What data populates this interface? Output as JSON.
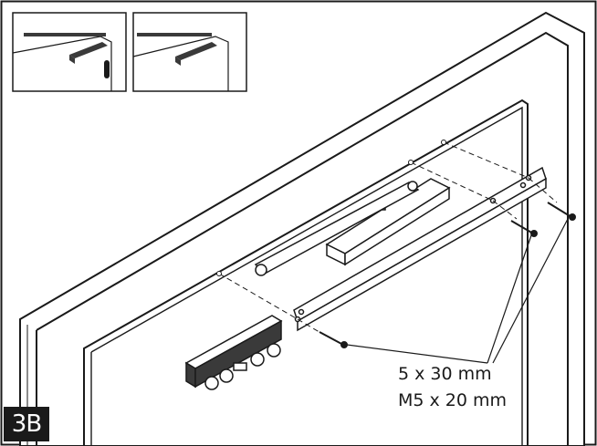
{
  "figure": {
    "step_label": "3B",
    "screw_spec_1": "5 x 30 mm",
    "screw_spec_2": "M5 x 20 mm"
  },
  "colors": {
    "ink": "#1a1a1a",
    "fill": "#ffffff",
    "part_shade": "#3a3a3a"
  },
  "insets": [
    {
      "name": "closer-on-frame-side"
    },
    {
      "name": "closer-on-door-leaf"
    }
  ]
}
